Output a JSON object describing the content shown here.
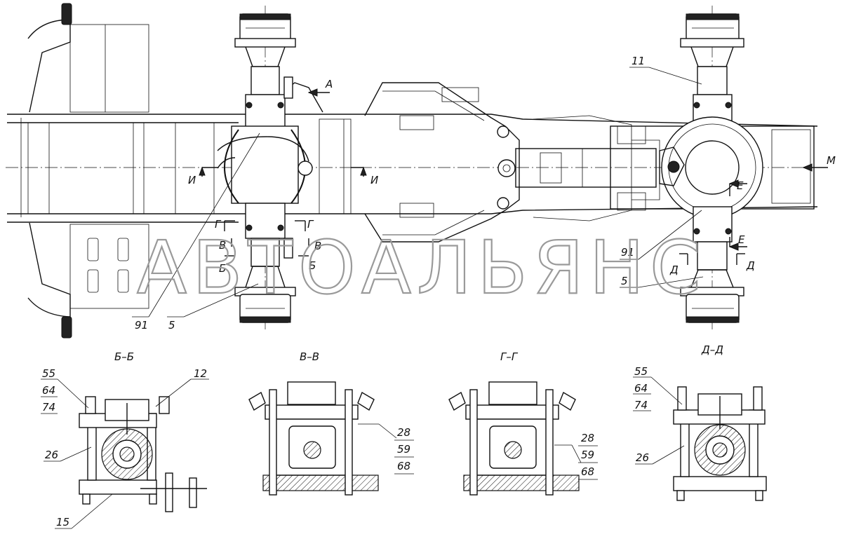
{
  "watermark": "АВТОАЛЬЯНС",
  "view_arrows": {
    "a": "А",
    "m": "М",
    "i_left": "И",
    "i_right": "И",
    "g_left": "Г",
    "g_right": "Г",
    "v_left": "В",
    "v_right": "В",
    "b_left": "Б",
    "b_right": "Б",
    "e_top": "Е",
    "e_bottom": "Е",
    "d_left": "Д",
    "d_right": "Д"
  },
  "callouts_top": {
    "n91_left": "91",
    "n5_left": "5",
    "n11": "11",
    "n91_right": "91",
    "n5_right": "5"
  },
  "sections": {
    "bb": {
      "title": "Б–Б",
      "labels": [
        "55",
        "64",
        "74"
      ],
      "n12": "12",
      "n26": "26",
      "n15": "15"
    },
    "vv": {
      "title": "В–В",
      "labels": [
        "28",
        "59",
        "68"
      ]
    },
    "gg": {
      "title": "Г–Г",
      "labels": [
        "28",
        "59",
        "68"
      ]
    },
    "dd": {
      "title": "Д–Д",
      "labels": [
        "55",
        "64",
        "74"
      ],
      "n26": "26"
    }
  }
}
